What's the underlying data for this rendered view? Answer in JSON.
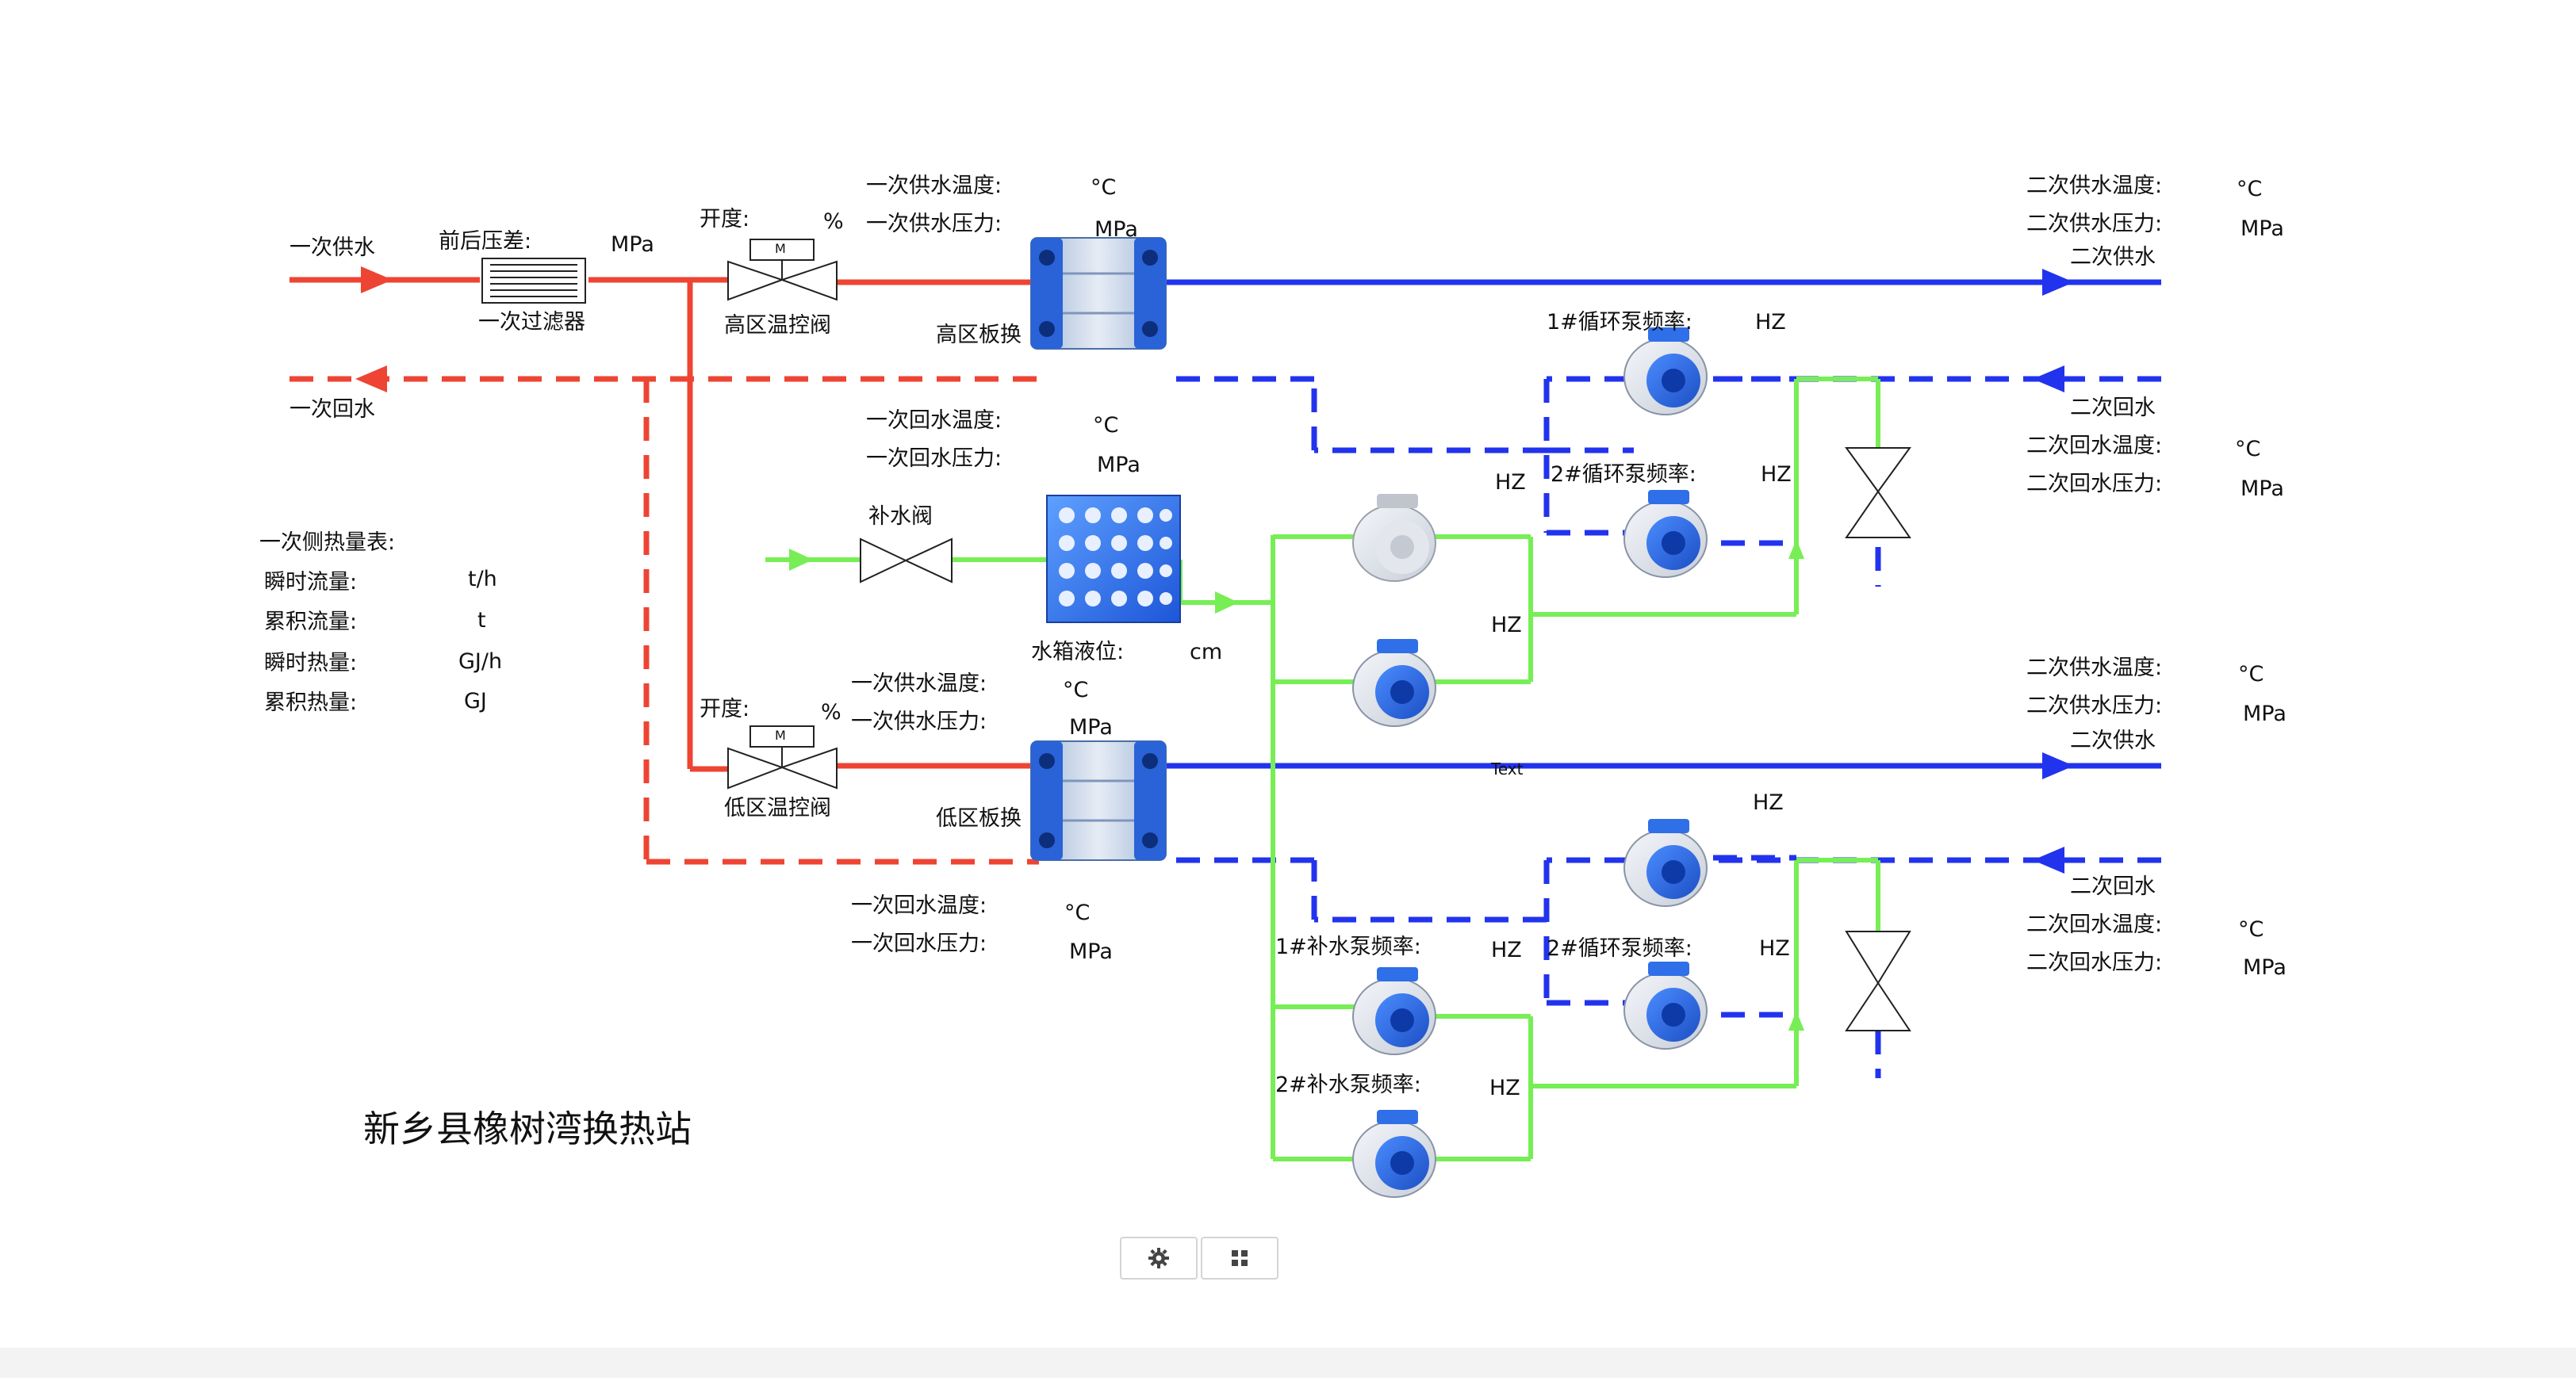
{
  "station_title": "新乡县橡树湾换热站",
  "primary": {
    "supply_label": "一次供水",
    "return_label": "一次回水",
    "filter_dp_label": "前后压差:",
    "filter_dp_unit": "MPa",
    "filter_name": "一次过滤器",
    "high_valve": {
      "opening_label": "开度:",
      "opening_unit": "%",
      "name": "高区温控阀",
      "motor": "M"
    },
    "low_valve": {
      "opening_label": "开度:",
      "opening_unit": "%",
      "name": "低区温控阀",
      "motor": "M"
    },
    "high_supply_temp_label": "一次供水温度:",
    "high_supply_temp_unit": "°C",
    "high_supply_press_label": "一次供水压力:",
    "high_supply_press_unit": "MPa",
    "high_return_temp_label": "一次回水温度:",
    "high_return_temp_unit": "°C",
    "high_return_press_label": "一次回水压力:",
    "high_return_press_unit": "MPa",
    "low_supply_temp_label": "一次供水温度:",
    "low_supply_temp_unit": "°C",
    "low_supply_press_label": "一次供水压力:",
    "low_supply_press_unit": "MPa",
    "low_return_temp_label": "一次回水温度:",
    "low_return_temp_unit": "°C",
    "low_return_press_label": "一次回水压力:",
    "low_return_press_unit": "MPa"
  },
  "heat_meter": {
    "title": "一次侧热量表:",
    "rows": [
      {
        "label": "瞬时流量:",
        "unit": "t/h"
      },
      {
        "label": "累积流量:",
        "unit": "t"
      },
      {
        "label": "瞬时热量:",
        "unit": "GJ/h"
      },
      {
        "label": "累积热量:",
        "unit": "GJ"
      }
    ]
  },
  "high_zone": {
    "hx_name": "高区板换",
    "supply_temp_label": "二次供水温度:",
    "supply_temp_unit": "°C",
    "supply_press_label": "二次供水压力:",
    "supply_press_unit": "MPa",
    "supply_label": "二次供水",
    "return_label": "二次回水",
    "return_temp_label": "二次回水温度:",
    "return_temp_unit": "°C",
    "return_press_label": "二次回水压力:",
    "return_press_unit": "MPa",
    "pump1_label": "1#循环泵频率:",
    "pump1_unit": "HZ",
    "pump2_label": "2#循环泵频率:",
    "pump2_unit": "HZ",
    "extra_hz": "HZ"
  },
  "low_zone": {
    "hx_name": "低区板换",
    "supply_temp_label": "二次供水温度:",
    "supply_temp_unit": "°C",
    "supply_press_label": "二次供水压力:",
    "supply_press_unit": "MPa",
    "supply_label": "二次供水",
    "return_label": "二次回水",
    "return_temp_label": "二次回水温度:",
    "return_temp_unit": "°C",
    "return_press_label": "二次回水压力:",
    "return_press_unit": "MPa",
    "pump1_unit": "HZ",
    "pump2_label": "2#循环泵频率:",
    "pump2_unit": "HZ",
    "line_text": "Text"
  },
  "makeup": {
    "valve_name": "补水阀",
    "tank_label": "水箱液位:",
    "tank_unit": "cm",
    "upper_pump_hz": "HZ",
    "pump1_label": "1#补水泵频率:",
    "pump1_unit": "HZ",
    "pump2_label": "2#补水泵频率:",
    "pump2_unit": "HZ"
  },
  "colors": {
    "primary_line": "#ee4433",
    "secondary_line": "#2233ee",
    "makeup_line": "#77ee55",
    "pump_body": "#2f6fe8",
    "hx_body": "#2a62d8"
  },
  "toolbar": {
    "settings_icon": "gear-icon",
    "grid_icon": "grid-icon"
  }
}
